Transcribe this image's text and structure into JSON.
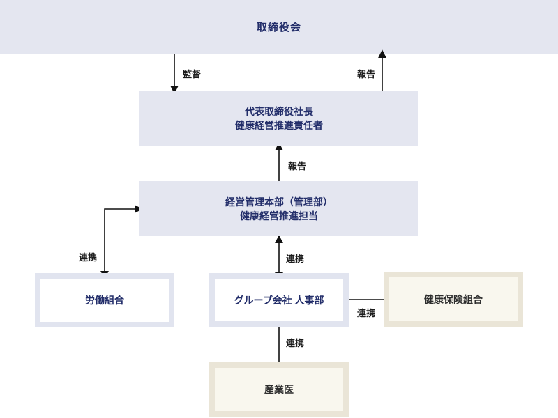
{
  "nodes": {
    "board": {
      "label": "取締役会"
    },
    "president": {
      "lines": [
        "代表取締役社長",
        "健康経営推進責任者"
      ]
    },
    "management": {
      "lines": [
        "経営管理本部（管理部）",
        "健康経営推進担当"
      ]
    },
    "union": {
      "label": "労働組合"
    },
    "group_hr": {
      "label": "グループ会社 人事部"
    },
    "insurance": {
      "label": "健康保険組合"
    },
    "physician": {
      "label": "産業医"
    }
  },
  "edges": {
    "supervision": "監督",
    "report_to_board": "報告",
    "report_to_president": "報告",
    "collab_union": "連携",
    "collab_group_hr": "連携",
    "collab_insurance": "連携",
    "collab_physician": "連携"
  },
  "colors": {
    "lavender_fill": "#e4e6f0",
    "lavender_border": "#e1e4ef",
    "beige_border": "#eae5d7",
    "cream_fill": "#f9f7ee",
    "navy_text": "#232e6a",
    "dark_text": "#2d2d2d",
    "arrow": "#111111",
    "background": "#ffffff"
  }
}
